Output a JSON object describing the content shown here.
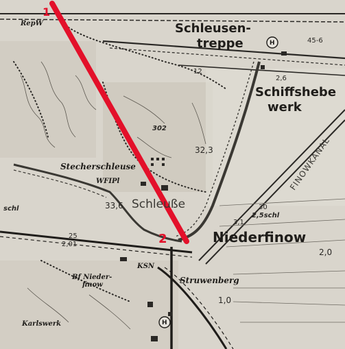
{
  "labels": {
    "schleusen_line1": "Schleusen-",
    "schleusen_line2": "treppe",
    "schiffshebe_line1": "Schiffshebe",
    "schiffshebe_line2": "werk",
    "finowkanal": "FINOWKANAL",
    "stecherschleuse": "Stecherschleuse",
    "wfipl": "WFIPl",
    "schleusse": "Schleuße",
    "niederfinow": "Niederfinow",
    "struwenberg": "Struwenberg",
    "bf_nieder_line1": "Bf Nieder-",
    "bf_nieder_line2": "finow",
    "karlswerk": "Karlswerk",
    "repw": "RepW",
    "ksn": "KSN",
    "val_302": "302",
    "val_32_3": "32,3",
    "val_33_6": "33,6",
    "val_30": "30",
    "val_2_5schl": "2,5schl",
    "val_3_1": "3,1",
    "val_2_0": "2,0",
    "val_1_0": "1,0",
    "val_45_6": "45-6",
    "val_2_6": "2,6",
    "val_schl": "schl",
    "val_2_01": "2,01",
    "val_25": "25",
    "val_12": "12"
  },
  "markers": {
    "start": "1",
    "end": "2"
  },
  "colors": {
    "route": "#e3102a",
    "paper": "#d9d5cc",
    "ink": "#1f1d1a"
  },
  "icons": [
    "h-circle-icon",
    "church-cross-icon",
    "tree-symbol-icon"
  ]
}
